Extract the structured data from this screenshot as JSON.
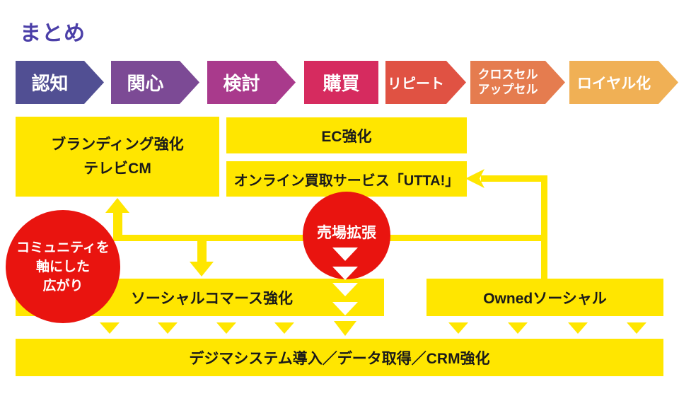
{
  "title": "まとめ",
  "colors": {
    "yellow": "#FFE600",
    "red": "#E9140F",
    "title_text": "#4B3FA8",
    "box_text": "#1A1A1A",
    "stage_text": "#FFFFFF"
  },
  "funnel": {
    "stages": [
      {
        "label": "認知",
        "color": "#514F93"
      },
      {
        "label": "関心",
        "color": "#7C4A95"
      },
      {
        "label": "検討",
        "color": "#A93A8C"
      },
      {
        "label": "購買",
        "color": "#D62B5F"
      },
      {
        "label": "リピート",
        "color": "#E05243"
      },
      {
        "label": "クロスセル",
        "label2": "アップセル",
        "color": "#E57C4F"
      },
      {
        "label": "ロイヤル化",
        "color": "#F0B055"
      }
    ]
  },
  "boxes": {
    "branding": {
      "line1": "ブランディング強化",
      "line2": "テレビCM"
    },
    "ec": {
      "label": "EC強化"
    },
    "utta": {
      "label": "オンライン買取サービス「UTTA!」"
    },
    "social_commerce": {
      "label": "ソーシャルコマース強化"
    },
    "owned_social": {
      "label": "Ownedソーシャル"
    },
    "digima": {
      "label": "デジマシステム導入／データ取得／CRM強化"
    }
  },
  "circles": {
    "community": {
      "line1": "コミュニティを",
      "line2": "軸にした",
      "line3": "広がり"
    },
    "sales_floor": {
      "label": "売場拡張"
    }
  }
}
